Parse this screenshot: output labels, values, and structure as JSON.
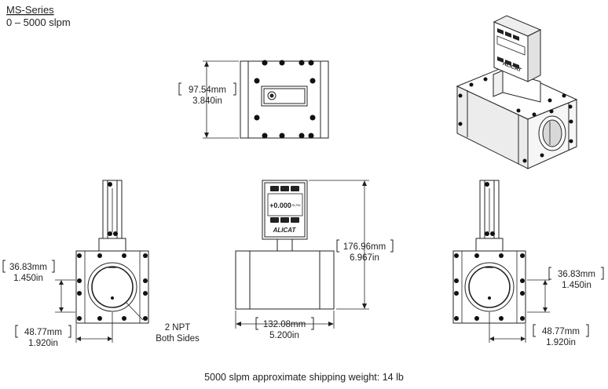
{
  "header": {
    "series": "MS-Series",
    "range": "0 – 5000 slpm"
  },
  "top_view": {
    "dim_value": "97.54mm",
    "dim_alt": "3.840in"
  },
  "left_view": {
    "height_value": "36.83mm",
    "height_alt": "1.450in",
    "width_value": "48.77mm",
    "width_alt": "1.920in",
    "port_label_line1": "2 NPT",
    "port_label_line2": "Both Sides"
  },
  "front_view": {
    "display_reading": "+0.000",
    "display_unit": "SLPM",
    "brand": "ALICAT",
    "height_value": "176.96mm",
    "height_alt": "6.967in",
    "width_value": "132.08mm",
    "width_alt": "5.200in"
  },
  "right_view": {
    "height_value": "36.83mm",
    "height_alt": "1.450in",
    "width_value": "48.77mm",
    "width_alt": "1.920in"
  },
  "iso_view": {
    "brand": "ALICAT"
  },
  "footer": {
    "weight_note": "5000 slpm approximate shipping weight: 14 lb"
  }
}
